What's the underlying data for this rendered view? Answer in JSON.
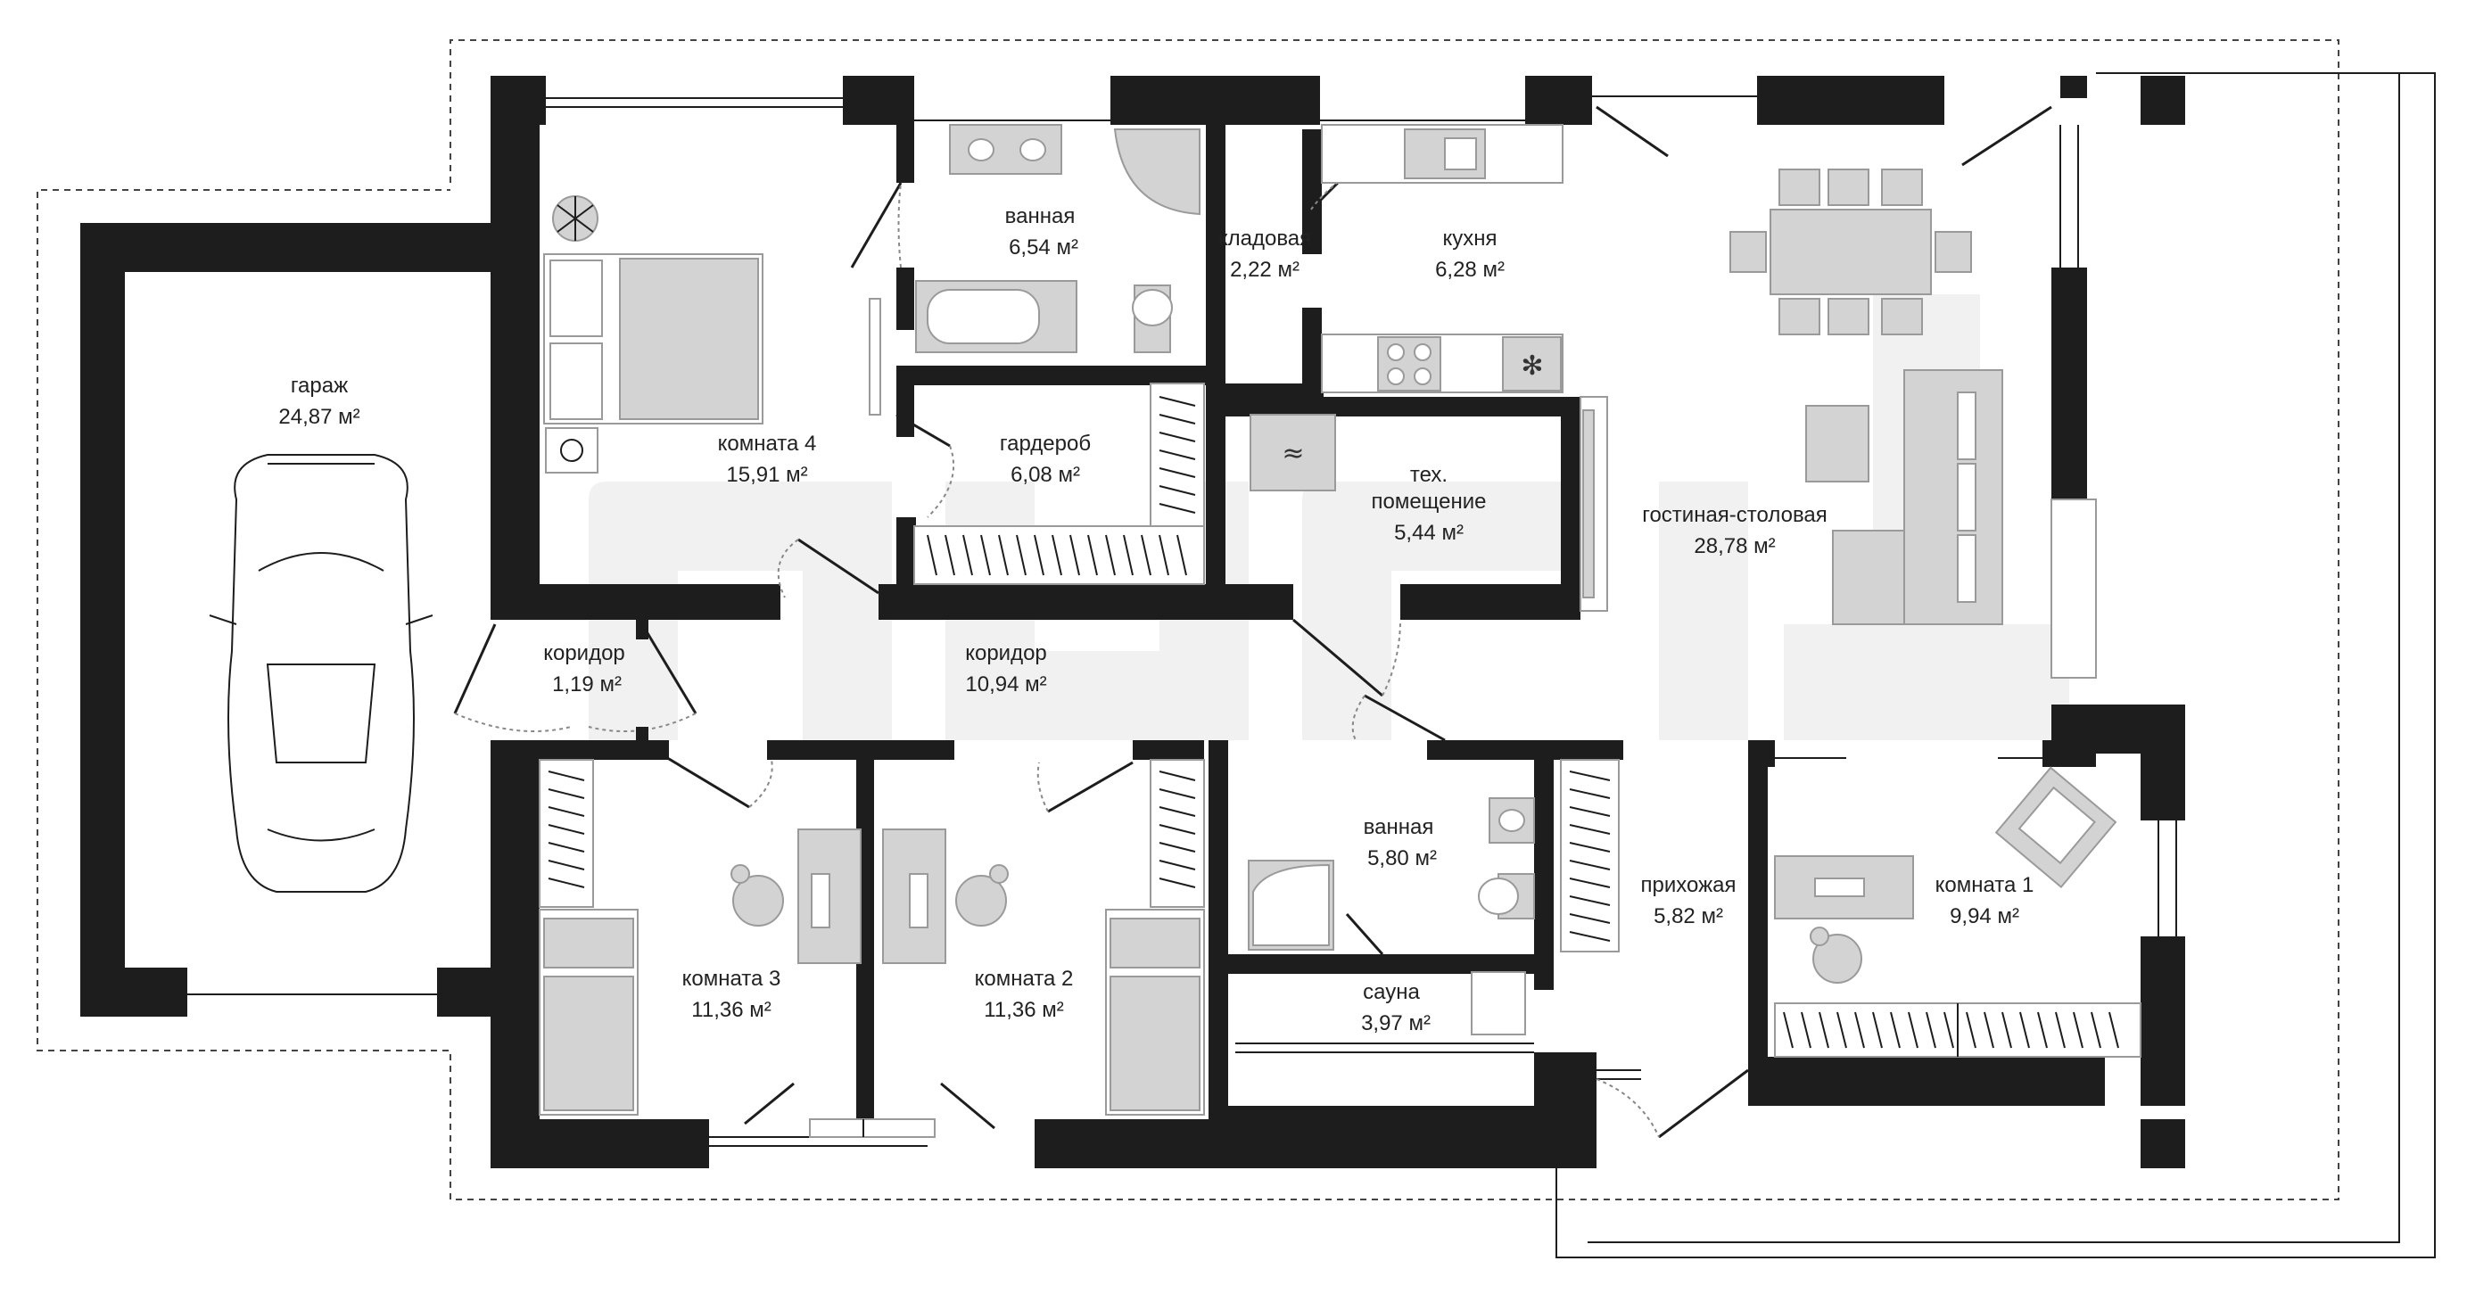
{
  "rooms": {
    "garage": {
      "name": "гараж",
      "area": "24,87 м²"
    },
    "bathroom1": {
      "name": "ванная",
      "area": "6,54 м²"
    },
    "pantry": {
      "name": "кладовая",
      "area": "2,22 м²"
    },
    "kitchen": {
      "name": "кухня",
      "area": "6,28 м²"
    },
    "room4": {
      "name": "комната 4",
      "area": "15,91 м²"
    },
    "wardrobe": {
      "name": "гардероб",
      "area": "6,08 м²"
    },
    "tech": {
      "name1": "тех.",
      "name2": "помещение",
      "area": "5,44 м²"
    },
    "living": {
      "name": "гостиная-столовая",
      "area": "28,78 м²"
    },
    "corridor_small": {
      "name": "коридор",
      "area": "1,19 м²"
    },
    "corridor": {
      "name": "коридор",
      "area": "10,94 м²"
    },
    "bathroom2": {
      "name": "ванная",
      "area": "5,80 м²"
    },
    "hall": {
      "name": "прихожая",
      "area": "5,82 м²"
    },
    "room1": {
      "name": "комната 1",
      "area": "9,94 м²"
    },
    "room3": {
      "name": "комната 3",
      "area": "11,36 м²"
    },
    "room2": {
      "name": "комната 2",
      "area": "11,36 м²"
    },
    "sauna": {
      "name": "сауна",
      "area": "3,97 м²"
    }
  },
  "icons": {
    "fan": "✻",
    "heater": "≈"
  },
  "colors": {
    "wall": "#1d1d1d",
    "furniture": "#d3d3d3",
    "watermark": "#f1f1f1"
  }
}
